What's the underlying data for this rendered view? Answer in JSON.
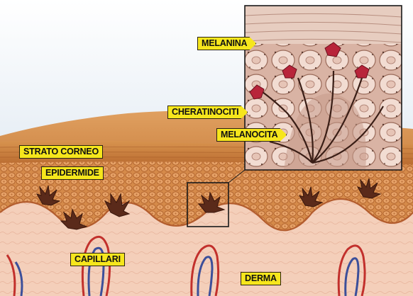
{
  "labels": {
    "melanina": "MELANINA",
    "cheratinociti": "CHERATINOCITI",
    "melanocita": "MELANOCITA",
    "strato_corneo": "STRATO CORNEO",
    "epidermide": "EPIDERMIDE",
    "capillari": "CAPILLARI",
    "derma": "DERMA"
  },
  "colors": {
    "label_fill": "#f6e61c",
    "label_border": "#2a2212",
    "sky": "#dbe6f0",
    "stratum_corneum": "#c97a3c",
    "epidermis": "#d08444",
    "dermis": "#f3cbb4",
    "melanocyte": "#5a2a1a",
    "melanin": "#b8243a",
    "inset_bg": "#e9c7b8",
    "vessel_red": "#c2302c",
    "vessel_blue": "#3c4f9a"
  }
}
